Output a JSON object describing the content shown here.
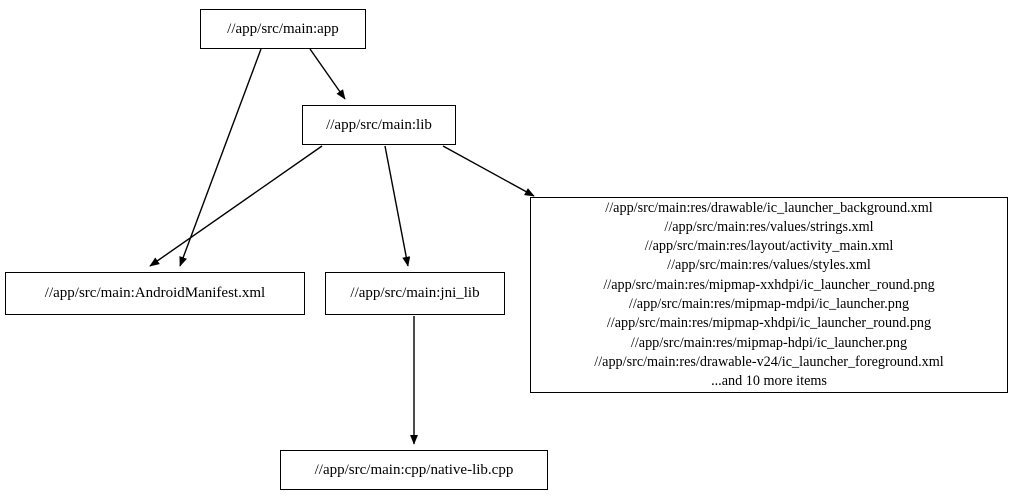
{
  "graph": {
    "type": "directed-dependency-graph",
    "background_color": "#ffffff",
    "node_border_color": "#000000",
    "edge_color": "#000000",
    "nodes": [
      {
        "id": "app",
        "label": "//app/src/main:app"
      },
      {
        "id": "lib",
        "label": "//app/src/main:lib"
      },
      {
        "id": "manifest",
        "label": "//app/src/main:AndroidManifest.xml"
      },
      {
        "id": "jni_lib",
        "label": "//app/src/main:jni_lib"
      },
      {
        "id": "native_lib",
        "label": "//app/src/main:cpp/native-lib.cpp"
      },
      {
        "id": "res",
        "label": "//app/src/main:res/drawable/ic_launcher_background.xml\n//app/src/main:res/values/strings.xml\n//app/src/main:res/layout/activity_main.xml\n//app/src/main:res/values/styles.xml\n//app/src/main:res/mipmap-xxhdpi/ic_launcher_round.png\n//app/src/main:res/mipmap-mdpi/ic_launcher.png\n//app/src/main:res/mipmap-xhdpi/ic_launcher_round.png\n//app/src/main:res/mipmap-hdpi/ic_launcher.png\n//app/src/main:res/drawable-v24/ic_launcher_foreground.xml\n...and 10 more items",
        "lines": [
          "//app/src/main:res/drawable/ic_launcher_background.xml",
          "//app/src/main:res/values/strings.xml",
          "//app/src/main:res/layout/activity_main.xml",
          "//app/src/main:res/values/styles.xml",
          "//app/src/main:res/mipmap-xxhdpi/ic_launcher_round.png",
          "//app/src/main:res/mipmap-mdpi/ic_launcher.png",
          "//app/src/main:res/mipmap-xhdpi/ic_launcher_round.png",
          "//app/src/main:res/mipmap-hdpi/ic_launcher.png",
          "//app/src/main:res/drawable-v24/ic_launcher_foreground.xml",
          "...and 10 more items"
        ]
      }
    ],
    "edges": [
      {
        "from": "app",
        "to": "manifest"
      },
      {
        "from": "app",
        "to": "lib"
      },
      {
        "from": "lib",
        "to": "manifest"
      },
      {
        "from": "lib",
        "to": "jni_lib"
      },
      {
        "from": "lib",
        "to": "res"
      },
      {
        "from": "jni_lib",
        "to": "native_lib"
      }
    ]
  }
}
